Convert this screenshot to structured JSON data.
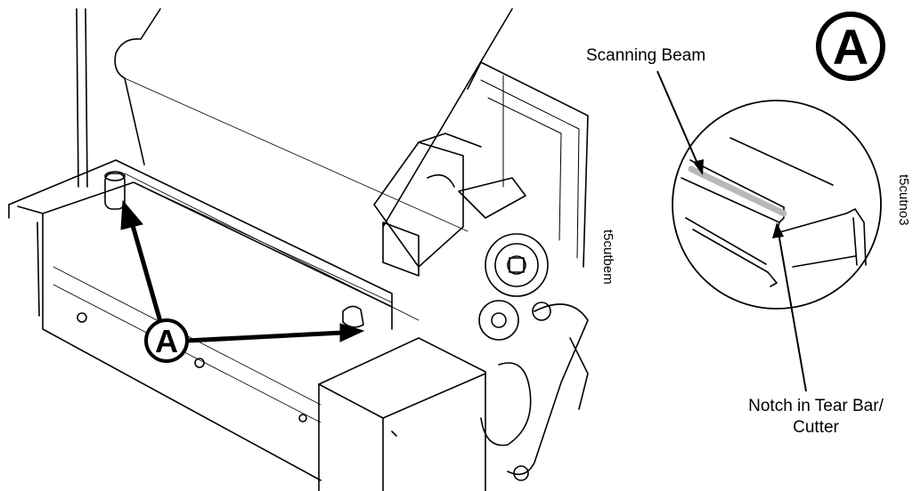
{
  "figure": {
    "callout_letter": "A",
    "inset_letter": "A",
    "left_code": "t5cutbem",
    "right_code": "t5cutno3",
    "scanning_beam_label": "Scanning Beam",
    "notch_label_line1": "Notch in Tear Bar/",
    "notch_label_line2": "Cutter"
  },
  "colors": {
    "line": "#000000",
    "beam": "#b8b8b8",
    "background": "#ffffff"
  }
}
